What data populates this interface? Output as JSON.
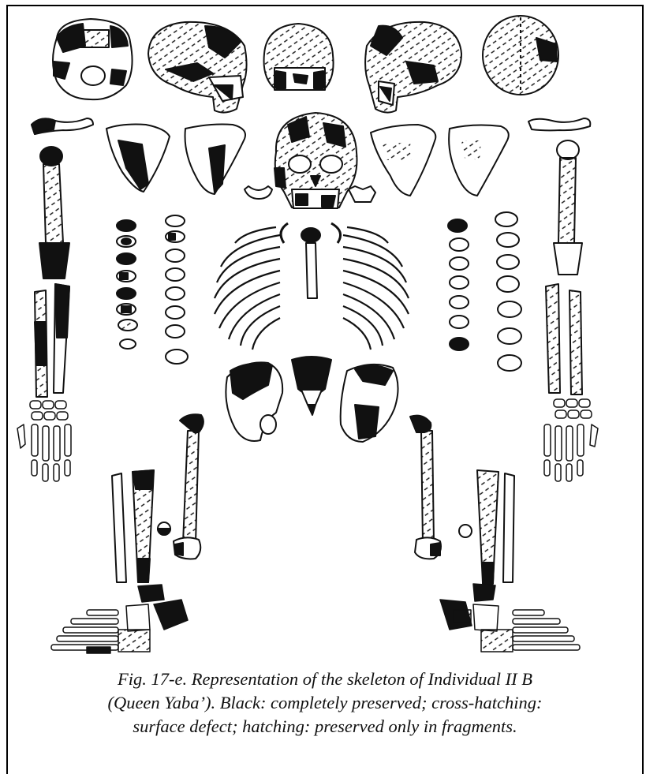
{
  "figure": {
    "caption_lines": [
      "Fig. 17-e. Representation of the skeleton of Individual II B",
      "(Queen Yaba’). Black: completely preserved; cross-hatching:",
      "surface defect; hatching: preserved only in fragments."
    ]
  },
  "colors": {
    "ink": "#111111",
    "background": "#ffffff"
  }
}
